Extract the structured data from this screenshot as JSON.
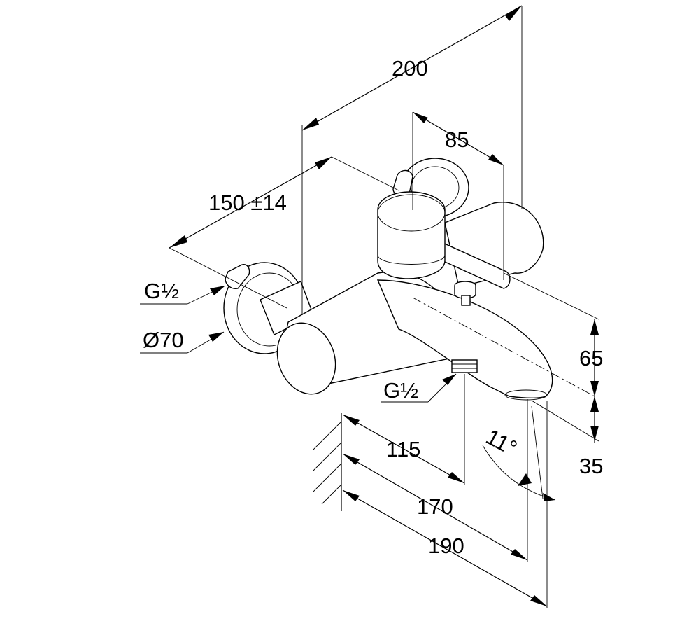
{
  "dimensions": {
    "overall_width": "200",
    "spout_offset": "85",
    "wall_distance": "150 ±14",
    "spout_height": "65",
    "spout_drop": "35",
    "depth_outlet": "115",
    "depth_spout": "170",
    "depth_total": "190",
    "angle": "11°"
  },
  "callouts": {
    "inlet_thread": "G½",
    "rosette_diameter": "Ø70",
    "outlet_thread": "G½"
  }
}
